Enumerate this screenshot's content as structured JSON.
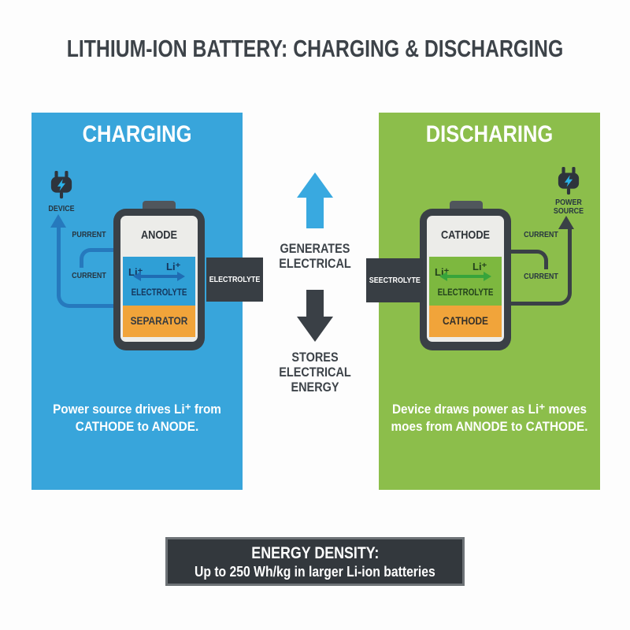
{
  "title": "LITHIUM-ION BATTERY: CHARGING & DISCHARGING",
  "charging": {
    "title": "CHARGING",
    "plug_label": "DEVICE",
    "current_top": "PURRENT",
    "current_bottom": "CURRENT",
    "battery": {
      "top_label": "ANODE",
      "ion_left": "Li⁺",
      "ion_right": "Li⁺",
      "electrolyte_label": "ELECTROLYTE",
      "bottom_label": "SEPARATOR"
    },
    "tab_label": "ELECTROLYTE",
    "caption_line1": "Power source drives Li⁺ from",
    "caption_line2": "CATHODE to ANODE."
  },
  "discharging": {
    "title": "DISCHARING",
    "plug_label_line1": "POWER",
    "plug_label_line2": "SOURCE",
    "current_top": "CURRENT",
    "current_bottom": "CURRENT",
    "battery": {
      "top_label": "CATHODE",
      "ion_left": "Li⁺",
      "ion_right": "Li⁺",
      "electrolyte_label": "ELECTROLYTE",
      "bottom_label": "CATHODE"
    },
    "tab_label": "SEECTROLYTE",
    "caption_line1": "Device draws power as Li⁺ moves",
    "caption_line2": "moes from ANNODE to CATHODE."
  },
  "center": {
    "up_line1": "GENERATES",
    "up_line2": "ELECTRICAL",
    "down_line1": "STORES",
    "down_line2": "ELECTRICAL",
    "down_line3": "ENERGY"
  },
  "banner": {
    "title": "ENERGY DENSITY:",
    "subtitle": "Up to 250 Wh/kg in larger Li-ion batteries"
  },
  "colors": {
    "panel_blue": "#38a5db",
    "panel_green": "#8cbe4b",
    "section_blue": "#2f9fd6",
    "section_green": "#7db83f",
    "orange": "#f1a43a",
    "dark": "#3a4046",
    "current_blue": "#2679bd",
    "ion_arrow_blue": "#1f6cb3",
    "ion_arrow_green": "#37a43b",
    "center_arrow_blue": "#39a9e0",
    "bolt_blue": "#2bb3ea",
    "title_gray": "#3d4349"
  }
}
